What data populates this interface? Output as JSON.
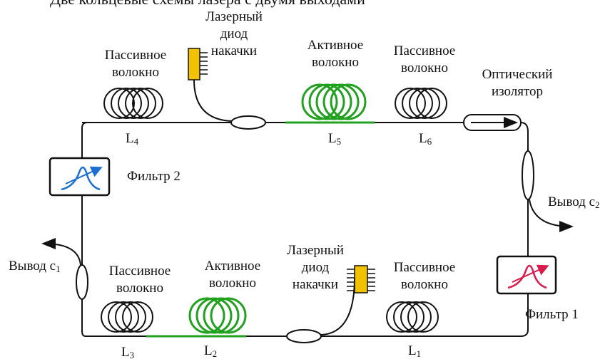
{
  "header_text": "Две кольцевые схемы лазера с двумя выходами",
  "labels": {
    "passive_top_left": [
      "Пассивное",
      "волокно"
    ],
    "laser_top": [
      "Лазерный",
      "диод",
      "накачки"
    ],
    "active_top": [
      "Активное",
      "волокно"
    ],
    "passive_top_right": [
      "Пассивное",
      "волокно"
    ],
    "isolator": [
      "Оптический",
      "изолятор"
    ],
    "filter2": "Фильтр 2",
    "output2": "Вывод с",
    "output2_sub": "2",
    "output1": "Вывод с",
    "output1_sub": "1",
    "passive_bottom_left": [
      "Пассивное",
      "волокно"
    ],
    "active_bottom": [
      "Активное",
      "волокно"
    ],
    "laser_bottom": [
      "Лазерный",
      "диод",
      "накачки"
    ],
    "passive_bottom_right": [
      "Пассивное",
      "волокно"
    ],
    "filter1": "Фильтр 1"
  },
  "coils": {
    "L1": {
      "letter": "L",
      "sub": "1"
    },
    "L2": {
      "letter": "L",
      "sub": "2"
    },
    "L3": {
      "letter": "L",
      "sub": "3"
    },
    "L4": {
      "letter": "L",
      "sub": "4"
    },
    "L5": {
      "letter": "L",
      "sub": "5"
    },
    "L6": {
      "letter": "L",
      "sub": "6"
    }
  },
  "colors": {
    "fiber": "#111111",
    "active_fiber": "#22a020",
    "laser_diode": "#f2c200",
    "filter2_curve": "#1a6fd0",
    "filter1_curve": "#d81b4a"
  }
}
